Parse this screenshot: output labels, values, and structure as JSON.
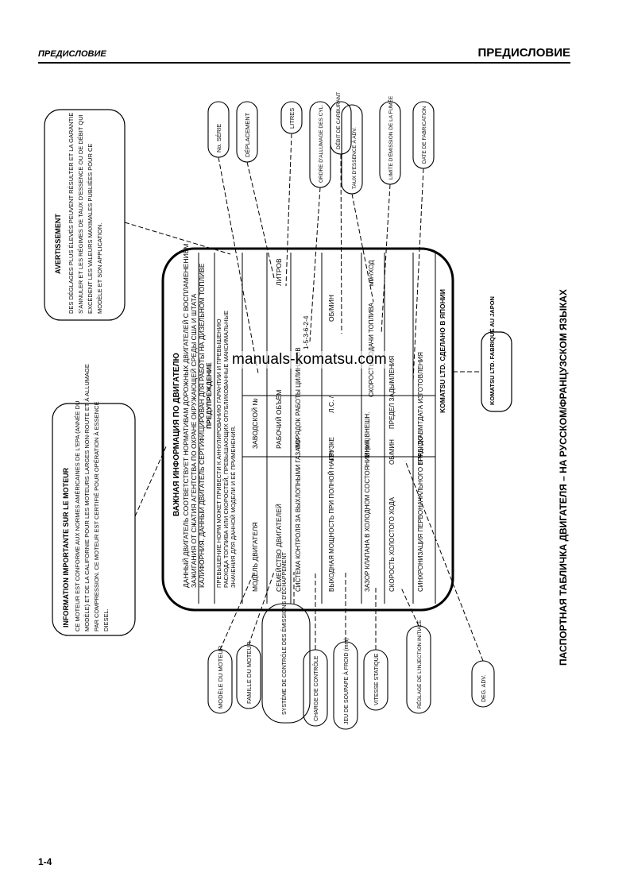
{
  "header": {
    "left_title": "ПРЕДИСЛОВИЕ",
    "right_title": "ПРЕДИСЛОВИЕ"
  },
  "footer": {
    "page_number": "1-4"
  },
  "watermark": "manuals-komatsu.com",
  "caption": "ПАСПОРТНАЯ ТАБЛИЧКА ДВИГАТЕЛЯ – НА РУССКОМ/ФРАНЦУЗСКОМ ЯЗЫКАХ",
  "avertissement": {
    "title": "AVERTISSEMENT",
    "lines": [
      "DES DÉGLAGES PLUS ÉLEVÉS PEUVENT RÉSULTER ET LA GARANTIE",
      "S'ANNULER ET LES RÉGIMES DE TAUX D'ESSENCE OU DE DÉBIT QUI",
      "EXCÈDENT LES VALEURS MAXIMALES PUBLIÉES POUR CE",
      "MODÈLE ET SON APPLICATION."
    ]
  },
  "information": {
    "title": "INFORMATION IMPORTANTE SUR LE MOTEUR",
    "lines": [
      "CE MOTEUR EST CONFORME AUX NORMES AMÉRICAINES DE L'EPA (ANNÉE DU",
      "MODÈLE) ET DE LA CALIFORNIE POUR LES MOTEURS LARGES NON-ROUTE ET À ALLUMAGE",
      "PAR COMPRESSION. CE MOTEUR EST CERTIFIÉ POUR OPÉRATION À ESSENCE",
      "DIESEL."
    ]
  },
  "plate": {
    "title": "ВАЖНАЯ ИНФОРМАЦИЯ ПО ДВИГАТЕЛЮ",
    "intro": [
      "ДАННЫЙ ДВИГАТЕЛЬ СООТВЕТСТВУЕТ НОРМАТИВАМ ДОРОЖНЫХ ДВИГАТЕЛЕЙ С ВОСПЛАМЕНЕНИЕМ",
      "ЗАЖИГАНИЯ ОТ СЖАТИЯ АГЕНТСТВА ПО ОХРАНЕ ОКРУЖАЮЩЕЙ СРЕДЫ США И ШТАТА",
      "КАЛИФОРНИЯ. ДАННЫЙ ДВИГАТЕЛЬ СЕРТИФИЦИРОВАН ДЛЯ РАБОТЫ НА ДИЗЕЛЬНОМ ТОПЛИВЕ"
    ],
    "warning_title": "ПРЕДУПРЕЖДЕНИЕ",
    "warning": [
      "ПРЕВЫШЕНИЕ НОРМ МОЖЕТ ПРИВЕСТИ К АННУЛИРОВАНИЮ ГАРАНТИИ И ПРЕВЫШЕНИЮ",
      "РАСХОДА ТОПЛИВА ИЛИ СКОРОСТЕЙ, ПРЕВЫШАЮЩИХ ОПУБЛИКОВАННЫЕ МАКСИМАЛЬНЫЕ",
      "ЗНАЧЕНИЯ ДЛЯ ДАННОЙ МОДЕЛИ И ЕЁ ПРИМЕНЕНИЯ."
    ],
    "rows": [
      {
        "label": "МОДЕЛЬ ДВИГАТЕЛЯ",
        "a": "ЗАВОДСКОЙ №",
        "b": ""
      },
      {
        "label": "СЕМЕЙСТВО ДВИГАТЕЛЕЙ",
        "a": "РАБОЧИЙ ОБЪЁМ",
        "b": "ЛИТРОВ"
      },
      {
        "label": "СИСТЕМА КОНТРОЛЯ ЗА ВЫХЛОПНЫМИ ГАЗАМИ",
        "a": "ПОРЯДОК РАБОТЫ ЦИЛИНДРОВ",
        "b": "1-5-3-6-2-4"
      },
      {
        "label": "ВЫХОДНАЯ МОЩНОСТЬ ПРИ ПОЛНОЙ НАГРУЗКЕ",
        "unit": "кВт",
        "a": "Л.С. /",
        "b": "ОБ/МИН"
      },
      {
        "label": "ЗАЗОР КЛАПАНА В ХОЛОДНОМ СОСТОЯНИИ (мм)",
        "inout": "ВНУТ. ВНЕШН.",
        "a": "СКОРОСТЬ ПОДАЧИ ТОПЛИВА",
        "b": "мм³/ХОД"
      },
      {
        "label": "СКОРОСТЬ ХОЛОСТОГО ХОДА",
        "unit2": "ОБ/МИН",
        "a": "ПРЕДЕЛ ЗАДЫМЛЕНИЯ",
        "b": ""
      },
      {
        "label": "СИНХРОНИЗАЦИЯ ПЕРВОНАЧАЛЬНОГО ВПРЫСКА",
        "deg": "ГРАД. ДО ВМТ",
        "a": "ДАТА ИЗГОТОВЛЕНИЯ",
        "b": ""
      },
      {
        "label": "",
        "a": "KOMATSU LTD. СДЕЛАНО В ЯПОНИИ",
        "b": ""
      }
    ]
  },
  "right_labels": [
    "No. SÉRIE",
    "DÉPLACEMENT",
    "LITRES",
    "ORDRE D'ALLUMAGE DES CYL.",
    "DÉBIT DE CARBURANT",
    "TAUX D'ESSENCE À ADV.",
    "LIMITE D'ÉMISSION DE LA FUMÉE",
    "DATE DE FABRICATION"
  ],
  "made_in": "KOMATSU LTD. FABRIQUÉ AU JAPON",
  "left_labels": [
    "MODÈLE DU MOTEUR",
    "FAMILLE DU MOTEUR",
    "SYSTÈME DE CONTRÔLE DES ÉMISSIONS D'ÉCHAPPEMENT",
    "CHARGE DE CONTRÔLE",
    "JEU DE SOUPAPE À FROID (mm)",
    "VITESSE STATIQUE",
    "RÉGLAGE DE L'INJECTION INITIALE",
    "DEG. ADV."
  ]
}
